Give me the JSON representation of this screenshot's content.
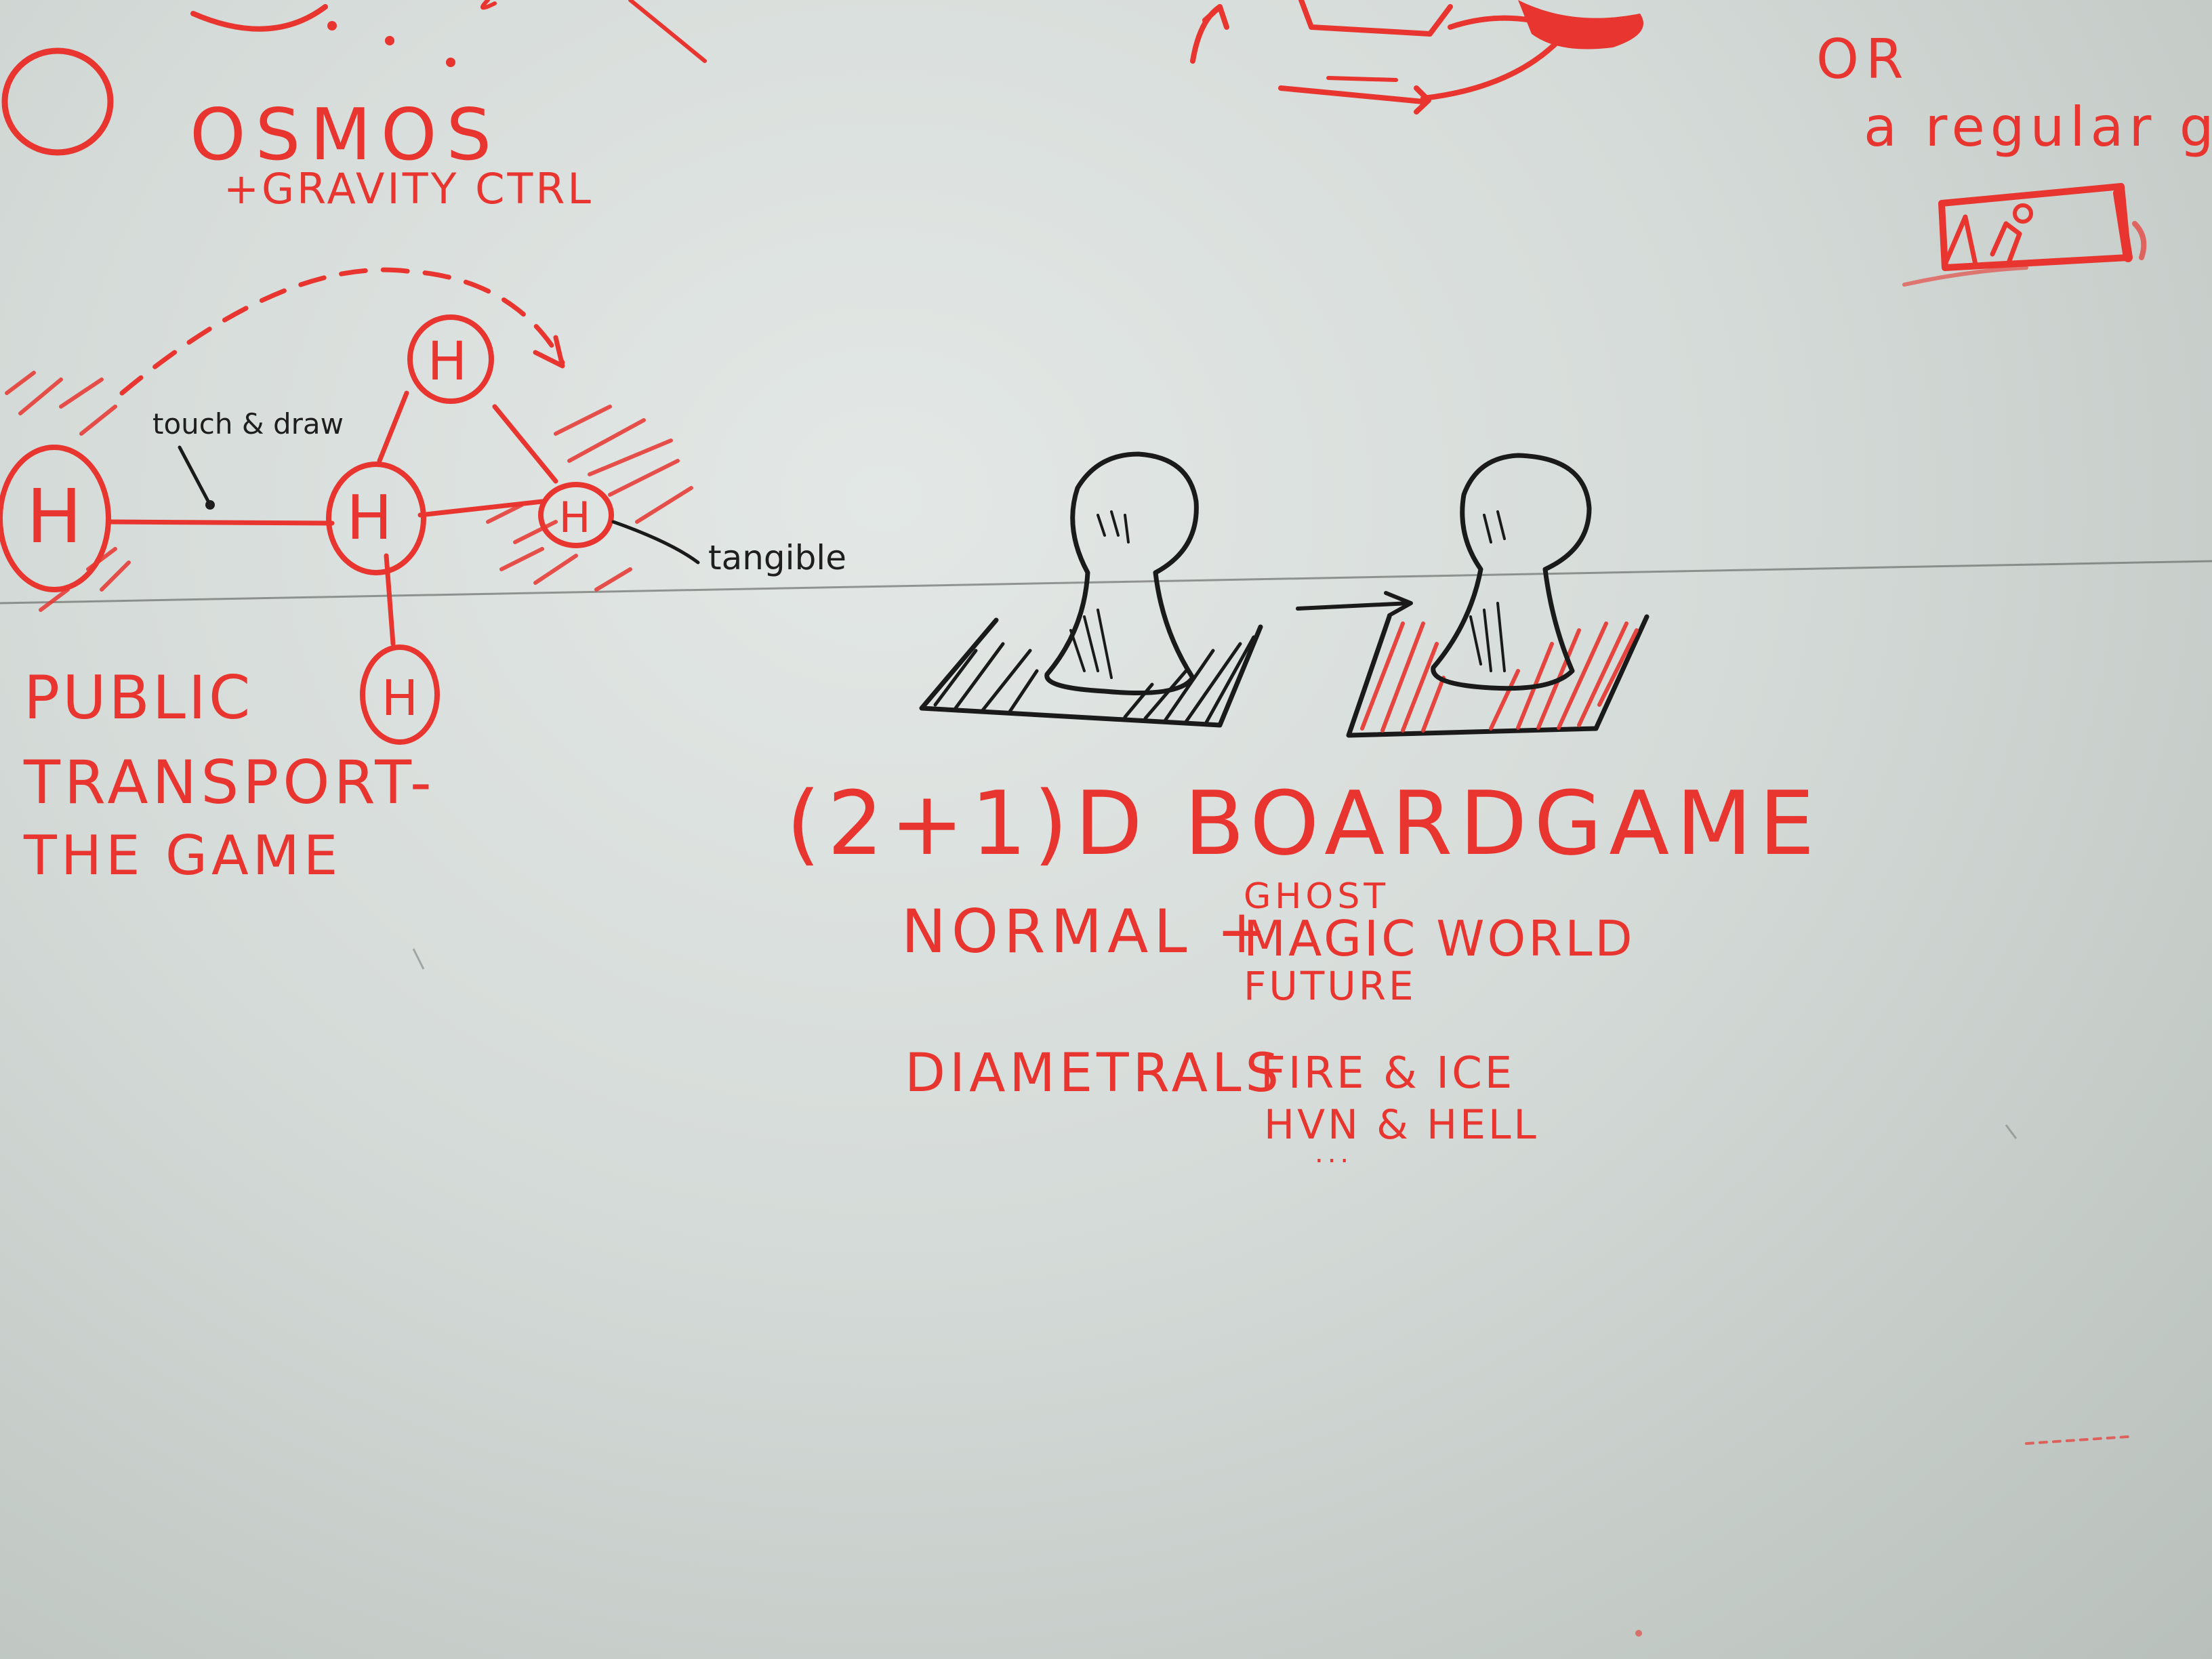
{
  "board": {
    "marker_red": "#e8352f",
    "marker_black": "#1a1a1a",
    "surface": "#dde3e0"
  },
  "osmos": {
    "title": "OSMOS",
    "subtitle": "+GRAVITY CTRL"
  },
  "top_right": {
    "or_text": "OR",
    "regular_text": "a regular g"
  },
  "molecule": {
    "nodes": [
      "H",
      "H",
      "H",
      "H",
      "H"
    ],
    "touch_label": "touch & draw",
    "tangible_label": "tangible"
  },
  "public_transport": {
    "line1": "PUBLIC",
    "line2": "TRANSPORT-",
    "line3": "THE GAME"
  },
  "boardgame": {
    "title": "(2+1)D BOARDGAME",
    "normal": "NORMAL +",
    "options": [
      "GHOST",
      "MAGIC WORLD",
      "FUTURE"
    ],
    "diametrals": "DIAMETRALS",
    "pairs": [
      "FIRE & ICE",
      "HVN & HELL",
      "..."
    ]
  }
}
